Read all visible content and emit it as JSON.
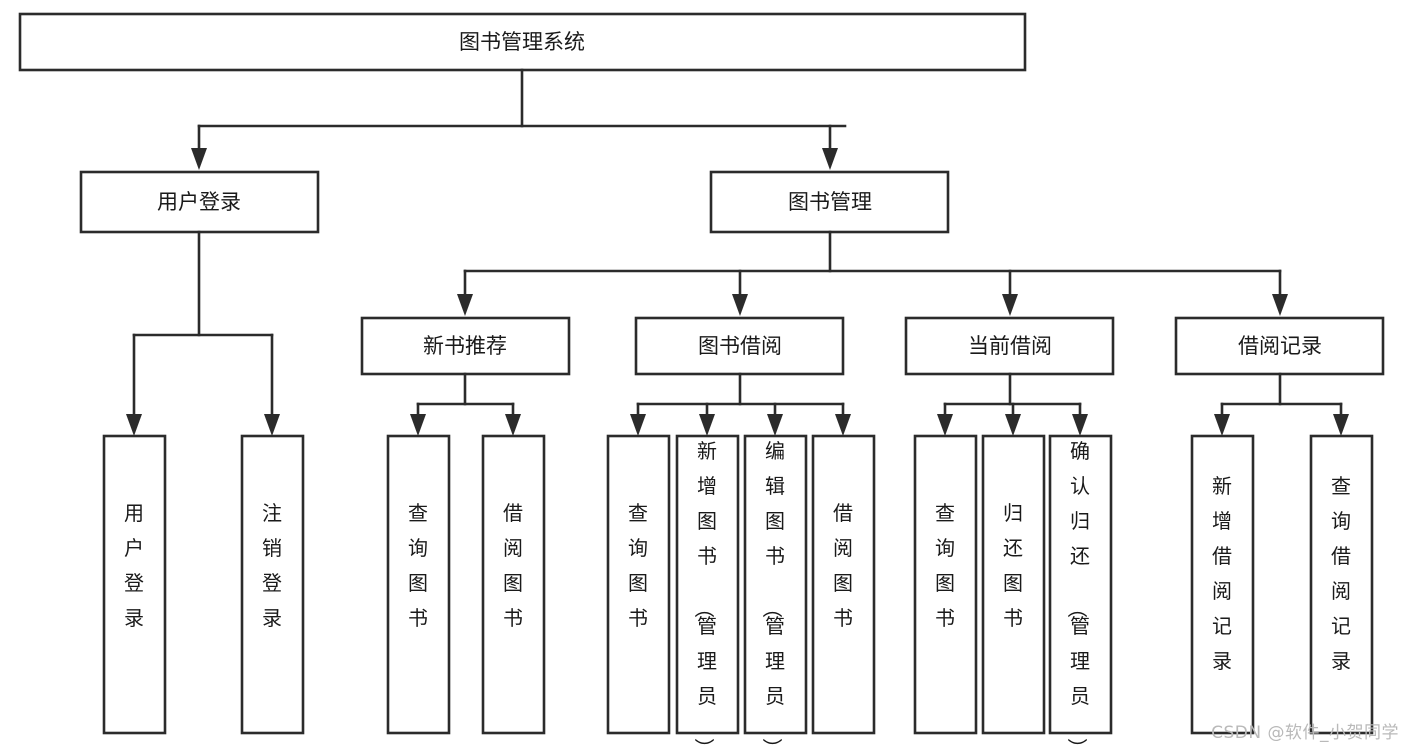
{
  "diagram": {
    "type": "tree-hierarchy-diagram",
    "title": "图书管理系统",
    "watermark": "CSDN @软件_小贺同学",
    "colors": {
      "box_fill": "#ffffff",
      "box_stroke": "#2b2b2b",
      "text": "#1a1a1a",
      "watermark": "#b9b9b9",
      "background": "#ffffff"
    },
    "levels": {
      "root": {
        "label": "图书管理系统",
        "orientation": "horizontal"
      },
      "level2": [
        {
          "label": "用户登录",
          "orientation": "horizontal"
        },
        {
          "label": "图书管理",
          "orientation": "horizontal"
        }
      ],
      "level3": [
        {
          "label": "新书推荐",
          "orientation": "horizontal"
        },
        {
          "label": "图书借阅",
          "orientation": "horizontal"
        },
        {
          "label": "当前借阅",
          "orientation": "horizontal"
        },
        {
          "label": "借阅记录",
          "orientation": "horizontal"
        }
      ],
      "leaves": {
        "user_login": [
          {
            "label": "用户登录",
            "orientation": "vertical"
          },
          {
            "label": "注销登录",
            "orientation": "vertical"
          }
        ],
        "new_book_recommend": [
          {
            "label": "查询图书",
            "orientation": "vertical"
          },
          {
            "label": "借阅图书",
            "orientation": "vertical"
          }
        ],
        "book_borrow": [
          {
            "label": "查询图书",
            "orientation": "vertical"
          },
          {
            "label": "新增图书（管理员）",
            "orientation": "vertical"
          },
          {
            "label": "编辑图书（管理员）",
            "orientation": "vertical"
          },
          {
            "label": "借阅图书",
            "orientation": "vertical"
          }
        ],
        "current_borrow": [
          {
            "label": "查询图书",
            "orientation": "vertical"
          },
          {
            "label": "归还图书",
            "orientation": "vertical"
          },
          {
            "label": "确认归还（管理员）",
            "orientation": "vertical"
          }
        ],
        "borrow_record": [
          {
            "label": "新增借阅记录",
            "orientation": "vertical"
          },
          {
            "label": "查询借阅记录",
            "orientation": "vertical"
          }
        ]
      }
    }
  }
}
